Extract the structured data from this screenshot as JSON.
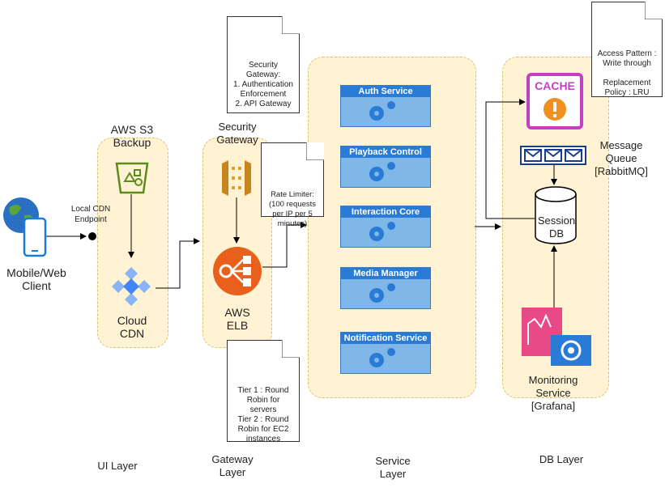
{
  "client": {
    "label": "Mobile/Web\nClient"
  },
  "cdn_endpoint": {
    "label": "Local CDN\nEndpoint"
  },
  "ui_layer": {
    "s3_label": "AWS S3\nBackup",
    "cdn_label": "Cloud\nCDN",
    "layer_label": "UI Layer"
  },
  "gateway_layer": {
    "security_label": "Security\nGateway",
    "elb_label": "AWS\nELB",
    "layer_label": "Gateway\nLayer",
    "note_security": "Security\nGateway:\n1. Authentication\nEnforcement\n2. API Gateway",
    "note_rate": "Rate Limiter:\n(100 requests\nper IP per 5\nminutes)",
    "note_tier": "Tier 1 : Round\nRobin for\nservers\nTier 2 : Round\nRobin for EC2\ninstances"
  },
  "service_layer": {
    "layer_label": "Service\nLayer",
    "services": [
      "Auth Service",
      "Playback Control",
      "Interaction Core",
      "Media Manager",
      "Notification Service"
    ]
  },
  "db_layer": {
    "layer_label": "DB Layer",
    "cache_text": "CACHE",
    "note_cache": "Access Pattern :\nWrite through\n\nReplacement\nPolicy : LRU",
    "mq_label": "Message\nQueue\n[RabbitMQ]",
    "db_label": "Session\nDB",
    "monitor_label": "Monitoring\nService\n[Grafana]"
  },
  "colors": {
    "layer_fill": "#fff2cc",
    "service_header": "#2a7bd6",
    "elb": "#e8601c",
    "cache": "#c43fc4",
    "grafana": "#e84a87"
  }
}
